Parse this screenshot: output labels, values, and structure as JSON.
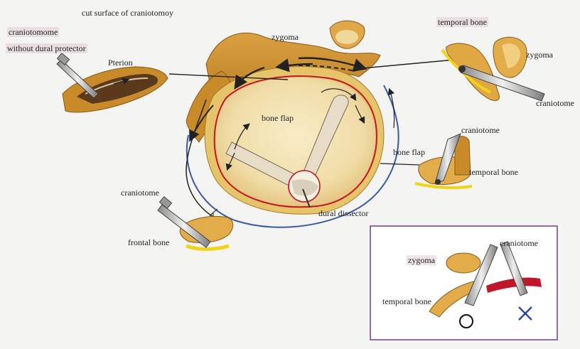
{
  "labels": {
    "cut_surface": "cut surface of craniotomoy",
    "craniotomome": "craniotomome",
    "without_dural_protector": "without dural protector",
    "pterion": "Pterion",
    "zygoma_main": "zygoma",
    "temporal_bone_top": "temporal bone",
    "zygoma_right": "zygoma",
    "craniotome_right_edge": "craniotome",
    "bone_flap_center": "bone flap",
    "craniotome_mid_right": "craniotome",
    "bone_flap_right": "bone flap",
    "temporal_bone_mid_right": "temporal bone",
    "craniotome_left": "craniotome",
    "frontal_bone": "frontal bone",
    "dural_dissector": "dural dissector",
    "zygoma_inset": "zygoma",
    "craniotome_inset": "craniotome",
    "temporal_bone_inset": "temporal bone"
  },
  "colors": {
    "bone": "#c98a2a",
    "bone_light": "#efd9a3",
    "flap_fill": "#f2e2b0",
    "red_outline": "#c0182a",
    "blue_outline": "#3a5aa8",
    "dura_yellow": "#f2d21a",
    "inset_border": "#7a4a96",
    "instrument": "#7c7c7c"
  },
  "icons": {
    "inset_correct": "circle-correct-icon",
    "inset_wrong": "x-wrong-icon"
  }
}
